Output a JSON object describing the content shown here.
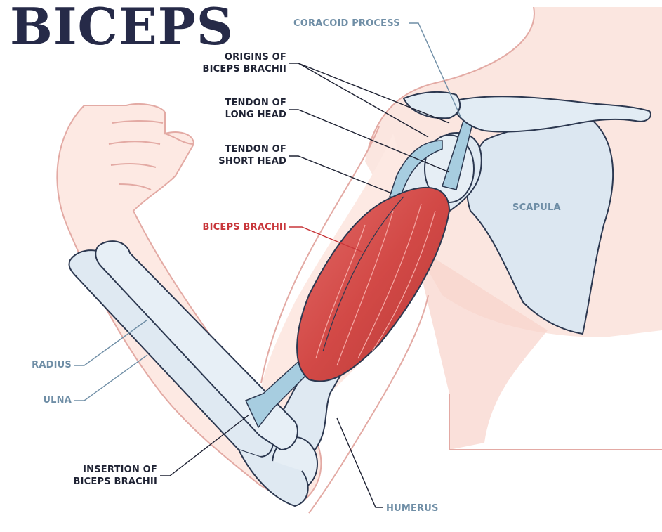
{
  "title": "BICEPS",
  "labels": {
    "coracoid_process": "CORACOID PROCESS",
    "origins_line1": "ORIGINS OF",
    "origins_line2": "BICEPS BRACHII",
    "tendon_long_line1": "TENDON OF",
    "tendon_long_line2": "LONG HEAD",
    "tendon_short_line1": "TENDON OF",
    "tendon_short_line2": "SHORT HEAD",
    "biceps_brachii": "BICEPS BRACHII",
    "scapula": "SCAPULA",
    "radius": "RADIUS",
    "ulna": "ULNA",
    "insertion_line1": "INSERTION OF",
    "insertion_line2": "BICEPS BRACHII",
    "humerus": "HUMERUS"
  },
  "colors": {
    "title": "#262a48",
    "label_dark": "#1e2233",
    "label_blue": "#6f8ea6",
    "label_red": "#c8363a",
    "skin_outline": "#e6a9a5",
    "skin_fill": "#fbe4de",
    "bone_fill": "#dfe9f2",
    "bone_outline": "#2c3850",
    "muscle": "#d9534f",
    "tendon": "#a9cfe0"
  }
}
